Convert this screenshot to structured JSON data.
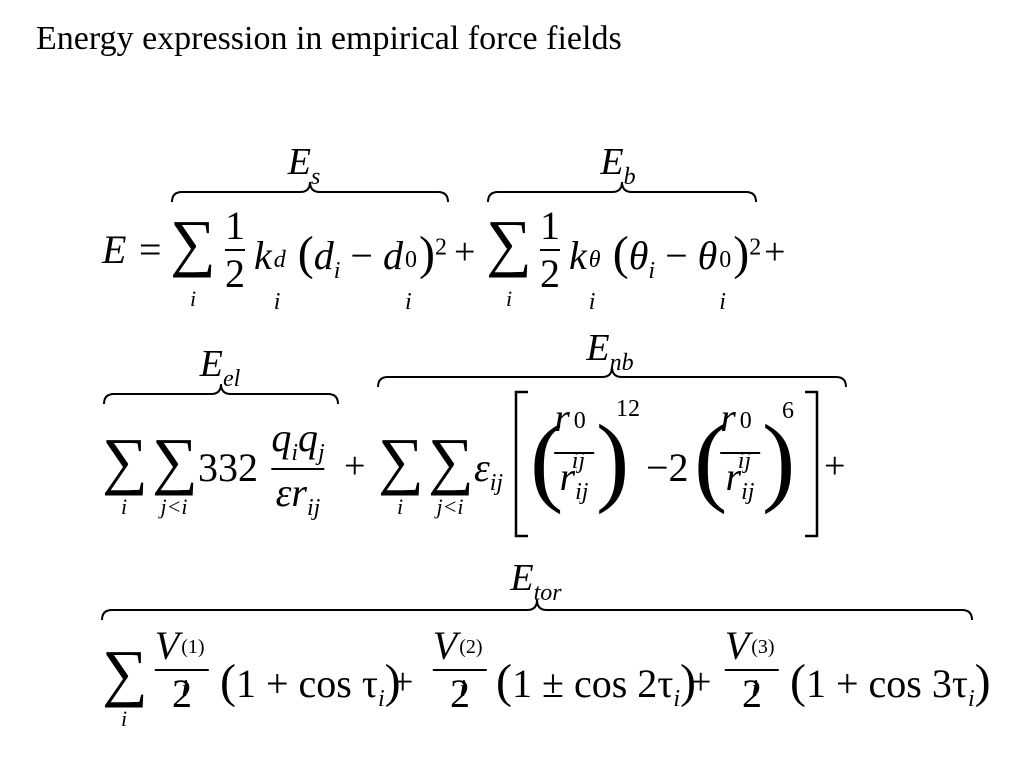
{
  "slide": {
    "title": "Energy expression in empirical force fields"
  },
  "equation": {
    "labels": {
      "E_s": {
        "base": "E",
        "sub": "s"
      },
      "E_b": {
        "base": "E",
        "sub": "b"
      },
      "E_el": {
        "base": "E",
        "sub": "el"
      },
      "E_nb": {
        "base": "E",
        "sub": "nb"
      },
      "E_tor": {
        "base": "E",
        "sub": "tor"
      }
    },
    "line1": {
      "lhs": "E =",
      "sum_index": "i",
      "half_num": "1",
      "half_den": "2",
      "k": "k",
      "k_sub": "i",
      "k_sup_d": "d",
      "k_sup_theta": "θ",
      "d": "d",
      "theta": "θ",
      "var_sub": "i",
      "zero": "0",
      "square": "2",
      "minus": "−",
      "plus": "+"
    },
    "line2": {
      "sum_i": "i",
      "sum_j": "j<i",
      "const": "332",
      "q": "q",
      "q_i": "i",
      "q_j": "j",
      "eps": "ε",
      "r": "r",
      "r_sub": "ij",
      "eps_sub": "ij",
      "zero": "0",
      "pow12": "12",
      "pow6": "6",
      "minus_two": "−2",
      "plus": "+"
    },
    "line3": {
      "sum_index": "i",
      "V": "V",
      "V_sub": "i",
      "sup1": "(1)",
      "sup2": "(2)",
      "sup3": "(3)",
      "den": "2",
      "term1": "1 + cos τ",
      "term2": "1 ± cos 2τ",
      "term3": "1 + cos 3τ",
      "tau_sub": "i",
      "plus": "+"
    }
  }
}
